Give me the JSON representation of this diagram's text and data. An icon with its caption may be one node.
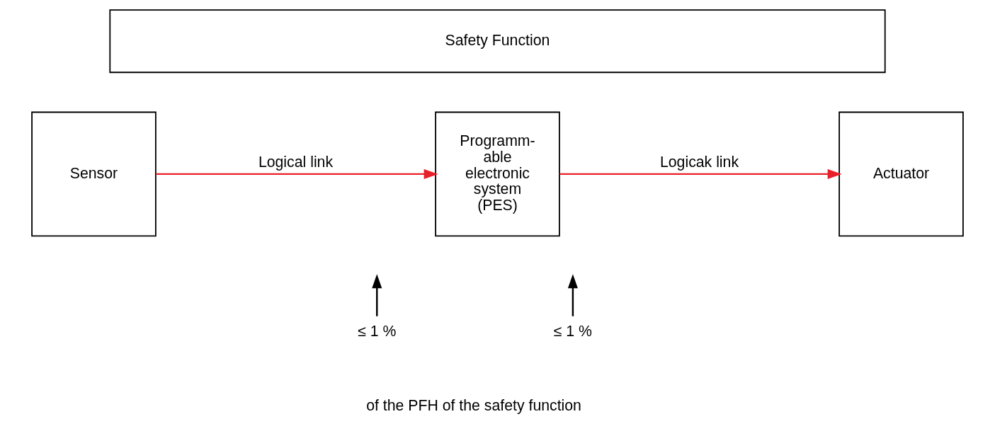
{
  "diagram": {
    "nodes": [
      {
        "text": [
          "Safety Function"
        ]
      },
      {
        "text": [
          "Sensor"
        ]
      },
      {
        "text": [
          "Programm- able electronic system (PES)"
        ]
      },
      {
        "text": [
          "Actuator"
        ]
      },
      {
        "text": [
          "≤ 1 %"
        ]
      },
      {
        "text": [
          "≤ 1 %"
        ]
      }
    ],
    "edges": [
      {
        "from": 1,
        "to": 2,
        "arrow": "to",
        "label": "Logical link",
        "color": "#e8202a"
      },
      {
        "from": 2,
        "to": 3,
        "arrow": "to",
        "label": "Logicak link",
        "color": "#e8202a"
      },
      {
        "from": 4,
        "to": null,
        "arrow": "to",
        "color": "#000000"
      },
      {
        "from": 5,
        "to": null,
        "arrow": "to",
        "color": "#000000"
      }
    ],
    "labels": [
      "of the PFH of the safety function"
    ]
  }
}
